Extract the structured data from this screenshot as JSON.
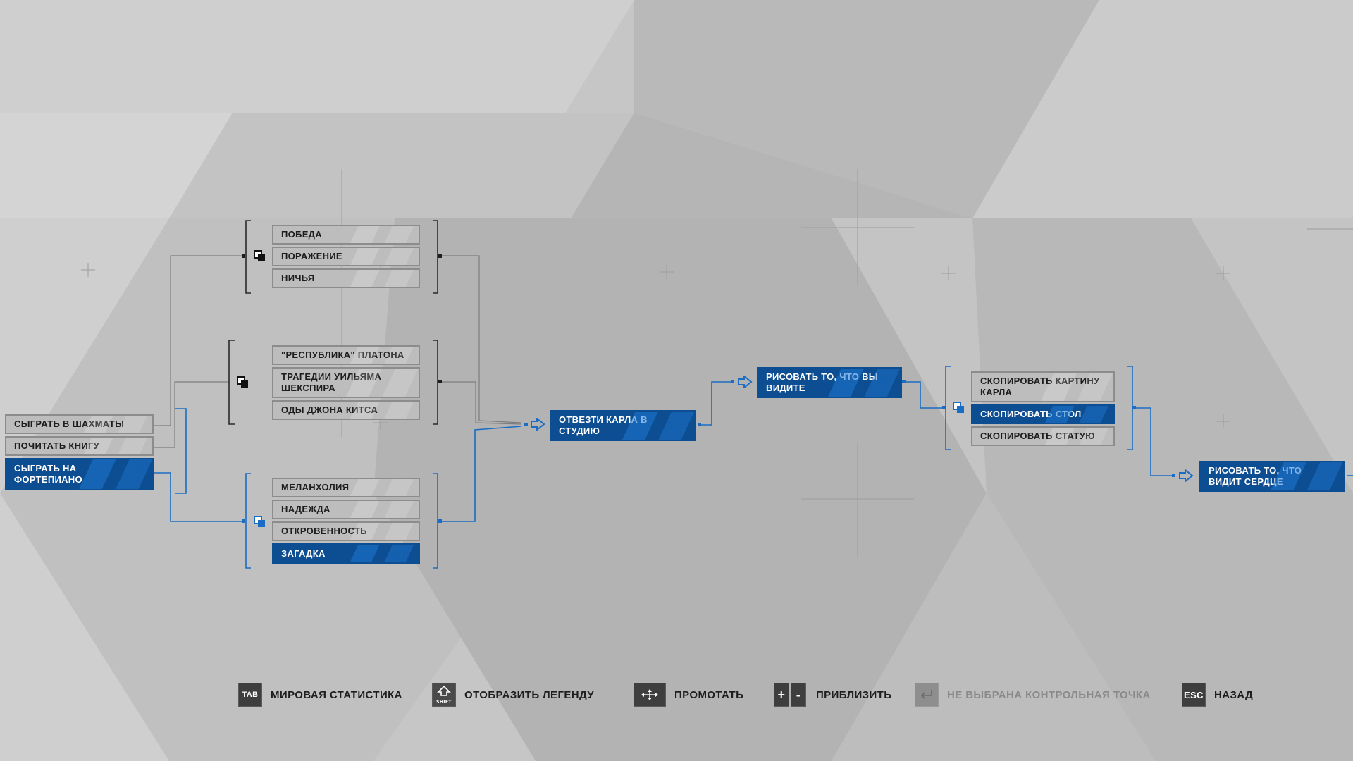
{
  "colors": {
    "accent": "#0d4d92",
    "accent_light": "#1a6dc4",
    "node_bg": "#bdbdbd",
    "line_gray": "#8a8a8a"
  },
  "start_choices": [
    {
      "label": "СЫГРАТЬ В ШАХМАТЫ",
      "selected": false
    },
    {
      "label": "ПОЧИТАТЬ КНИГУ",
      "selected": false
    },
    {
      "label": "СЫГРАТЬ НА ФОРТЕПИАНО",
      "selected": true
    }
  ],
  "chess_results": [
    {
      "label": "ПОБЕДА",
      "selected": false
    },
    {
      "label": "ПОРАЖЕНИЕ",
      "selected": false
    },
    {
      "label": "НИЧЬЯ",
      "selected": false
    }
  ],
  "books": [
    {
      "label": "\"РЕСПУБЛИКА\" ПЛАТОНА",
      "selected": false
    },
    {
      "label": "ТРАГЕДИИ УИЛЬЯМА ШЕКСПИРА",
      "selected": false
    },
    {
      "label": "ОДЫ ДЖОНА КИТСА",
      "selected": false
    }
  ],
  "piano": [
    {
      "label": "МЕЛАНХОЛИЯ",
      "selected": false
    },
    {
      "label": "НАДЕЖДА",
      "selected": false
    },
    {
      "label": "ОТКРОВЕННОСТЬ",
      "selected": false
    },
    {
      "label": "ЗАГАДКА",
      "selected": true
    }
  ],
  "nodes": {
    "take_carl": "ОТВЕЗТИ КАРЛА В СТУДИЮ",
    "draw_what_you_see": "РИСОВАТЬ ТО, ЧТО ВЫ ВИДИТЕ",
    "draw_heart": "РИСОВАТЬ ТО, ЧТО ВИДИТ СЕРДЦЕ"
  },
  "copy_choices": [
    {
      "label": "СКОПИРОВАТЬ КАРТИНУ КАРЛА",
      "selected": false
    },
    {
      "label": "СКОПИРОВАТЬ СТОЛ",
      "selected": true
    },
    {
      "label": "СКОПИРОВАТЬ СТАТУЮ",
      "selected": false
    }
  ],
  "hints": {
    "world_stats": {
      "key": "TAB",
      "label": "МИРОВАЯ СТАТИСТИКА"
    },
    "legend": {
      "key": "SHIFT",
      "label": "ОТОБРАЗИТЬ ЛЕГЕНДУ"
    },
    "scroll": {
      "label": "ПРОМОТАТЬ",
      "icon": "move-arrows-icon"
    },
    "zoom": {
      "key_plus": "+",
      "key_minus": "-",
      "label": "ПРИБЛИЗИТЬ"
    },
    "checkpoint": {
      "label": "НЕ ВЫБРАНА КОНТРОЛЬНАЯ ТОЧКА",
      "icon": "enter-icon"
    },
    "back": {
      "key": "Esc",
      "label": "НАЗАД"
    }
  }
}
